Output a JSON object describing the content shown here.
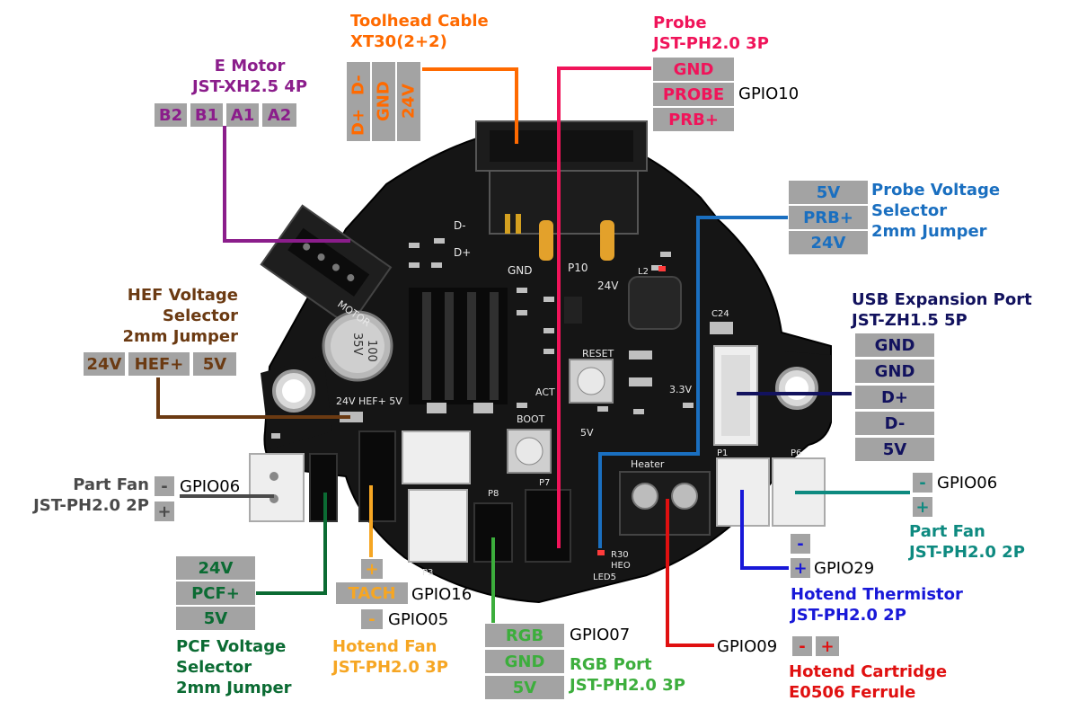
{
  "colors": {
    "toolhead": "#ff6a00",
    "probe": "#f0145a",
    "emotor": "#8b1d8b",
    "probe_voltage": "#1a6fc0",
    "hef": "#6b3a12",
    "usb": "#12125e",
    "part_fan_left": "#4a4a4a",
    "part_fan_right": "#0e8a80",
    "thermistor": "#1818d8",
    "cartridge": "#e01010",
    "pcf": "#0b6b33",
    "hotend_fan": "#f6a623",
    "rgb": "#3cae3c",
    "pin_bg": "#a3a3a3",
    "board": "#111111"
  },
  "board_silkscreen": {
    "d_minus": "D-",
    "d_plus": "D+",
    "gnd": "GND",
    "p10": "P10",
    "v24": "24V",
    "reset": "RESET",
    "boot": "BOOT",
    "heater": "Heater",
    "motor": "MOTOR",
    "hef_sel": "24V HEF+ 5V",
    "cap_100": "100",
    "cap_35v": "35V",
    "v33": "3.3V",
    "v5": "5V",
    "act": "ACT",
    "p1": "P1",
    "p3": "P3",
    "p6": "P6",
    "p7": "P7",
    "p8": "P8",
    "c24": "C24",
    "r30": "R30",
    "l2": "L2",
    "heo": "HEO",
    "led5": "LED5"
  },
  "toolhead": {
    "title1": "Toolhead Cable",
    "title2": "XT30(2+2)",
    "pins": [
      "D-",
      "GND",
      "24V",
      "D+"
    ]
  },
  "probe": {
    "title1": "Probe",
    "title2": "JST-PH2.0 3P",
    "pins": [
      "GND",
      "PROBE",
      "PRB+"
    ],
    "gpio": "GPIO10"
  },
  "emotor": {
    "title1": "E Motor",
    "title2": "JST-XH2.5 4P",
    "pins": [
      "B2",
      "B1",
      "A1",
      "A2"
    ]
  },
  "probe_voltage": {
    "title1": "Probe Voltage",
    "title2": "Selector",
    "title3": "2mm Jumper",
    "pins": [
      "5V",
      "PRB+",
      "24V"
    ]
  },
  "hef_voltage": {
    "title1": "HEF Voltage",
    "title2": "Selector",
    "title3": "2mm Jumper",
    "pins": [
      "24V",
      "HEF+",
      "5V"
    ]
  },
  "usb": {
    "title1": "USB Expansion Port",
    "title2": "JST-ZH1.5 5P",
    "pins": [
      "GND",
      "GND",
      "D+",
      "D-",
      "5V"
    ]
  },
  "part_fan_left": {
    "title1": "Part Fan",
    "title2": "JST-PH2.0 2P",
    "pins": [
      "-",
      "+"
    ],
    "gpio": "GPIO06"
  },
  "part_fan_right": {
    "title1": "Part Fan",
    "title2": "JST-PH2.0 2P",
    "pins": [
      "-",
      "+"
    ],
    "gpio": "GPIO06"
  },
  "thermistor": {
    "title1": "Hotend Thermistor",
    "title2": "JST-PH2.0 2P",
    "pins": [
      "-",
      "+"
    ],
    "gpio": "GPIO29"
  },
  "cartridge": {
    "title1": "Hotend Cartridge",
    "title2": "E0506 Ferrule",
    "pins": [
      "-",
      "+"
    ],
    "gpio": "GPIO09"
  },
  "pcf": {
    "title1": "PCF Voltage",
    "title2": "Selector",
    "title3": "2mm Jumper",
    "pins": [
      "24V",
      "PCF+",
      "5V"
    ]
  },
  "hotend_fan": {
    "title1": "Hotend Fan",
    "title2": "JST-PH2.0 3P",
    "pins": [
      "+",
      "TACH",
      "-"
    ],
    "gpio_tach": "GPIO16",
    "gpio_minus": "GPIO05"
  },
  "rgb": {
    "title1": "RGB Port",
    "title2": "JST-PH2.0 3P",
    "pins": [
      "RGB",
      "GND",
      "5V"
    ],
    "gpio": "GPIO07"
  }
}
